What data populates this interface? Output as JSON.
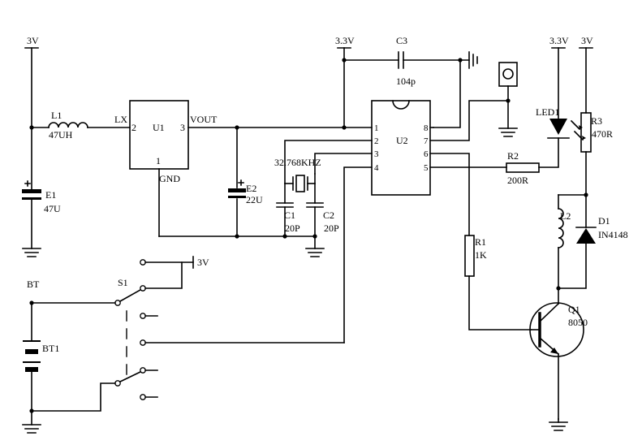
{
  "labels": {
    "vcc_left": "3V",
    "l1_ref": "L1",
    "l1_val": "47UH",
    "e1_ref": "E1",
    "e1_val": "47U",
    "u1_ref": "U1",
    "u1_lx": "LX",
    "u1_vout": "VOUT",
    "u1_gnd": "GND",
    "u1_p1": "1",
    "u1_p2": "2",
    "u1_p3": "3",
    "e2_ref": "E2",
    "e2_val": "22U",
    "crystal": "32.768KHZ",
    "c1_ref": "C1",
    "c1_val": "20P",
    "c2_ref": "C2",
    "c2_val": "20P",
    "vcc_33_top": "3.3V",
    "c3_ref": "C3",
    "c3_val": "104p",
    "u2_ref": "U2",
    "u2_p1": "1",
    "u2_p2": "2",
    "u2_p3": "3",
    "u2_p4": "4",
    "u2_p5": "5",
    "u2_p6": "6",
    "u2_p7": "7",
    "u2_p8": "8",
    "vcc_33_led": "3.3V",
    "led1_ref": "LED1",
    "vcc_right": "3V",
    "r3_ref": "R3",
    "r3_val": "470R",
    "r2_ref": "R2",
    "r2_val": "200R",
    "l2_ref": "L2",
    "d1_ref": "D1",
    "d1_val": "IN4148",
    "r1_ref": "R1",
    "r1_val": "1K",
    "q1_ref": "Q1",
    "q1_val": "8050",
    "s1_ref": "S1",
    "s1_vcc": "3V",
    "bt_label": "BT",
    "bt1_ref": "BT1"
  }
}
